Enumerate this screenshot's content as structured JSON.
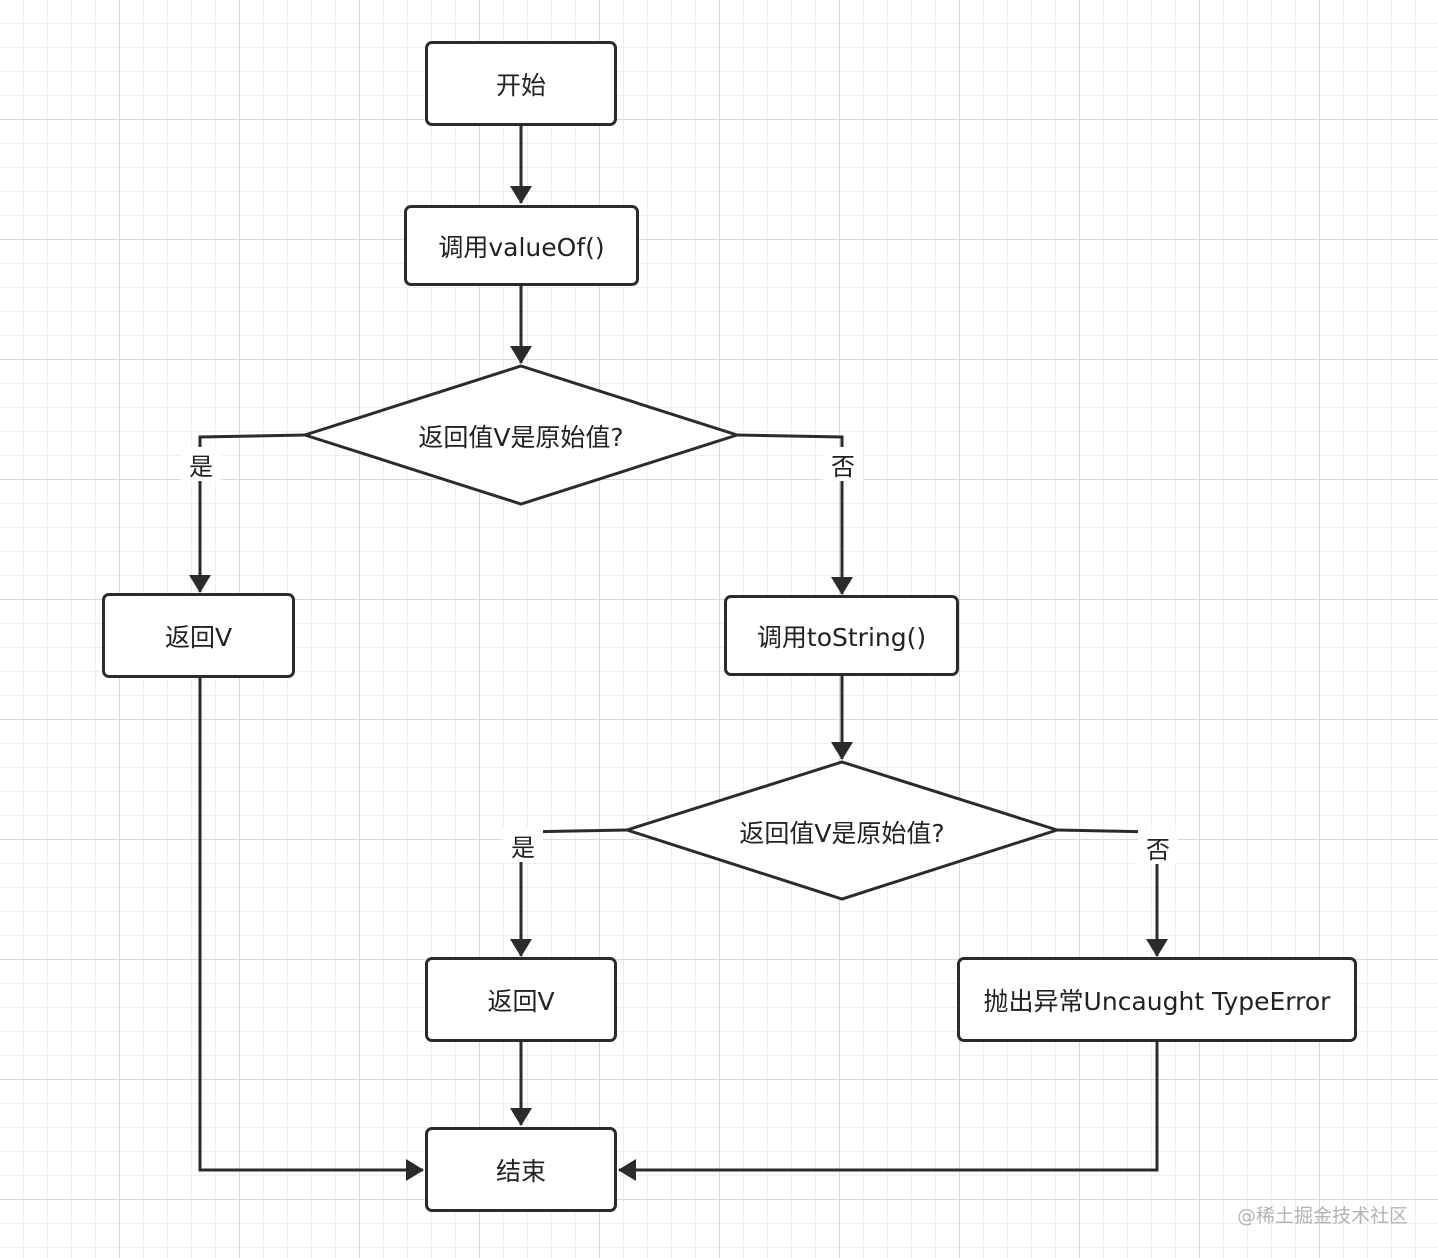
{
  "colors": {
    "line": "#2b2b2b",
    "grid_major": "#d9d9d9",
    "grid_minor": "#efefef",
    "watermark": "#b4b4b4"
  },
  "nodes": {
    "start": "开始",
    "call_valueof": "调用valueOf()",
    "decision_1": "返回值V是原始值?",
    "return_v_1": "返回V",
    "call_tostring": "调用toString()",
    "decision_2": "返回值V是原始值?",
    "return_v_2": "返回V",
    "throw_error": "抛出异常Uncaught TypeError",
    "end": "结束"
  },
  "edge_labels": {
    "d1_yes": "是",
    "d1_no": "否",
    "d2_yes": "是",
    "d2_no": "否"
  },
  "watermark": "@稀土掘金技术社区"
}
